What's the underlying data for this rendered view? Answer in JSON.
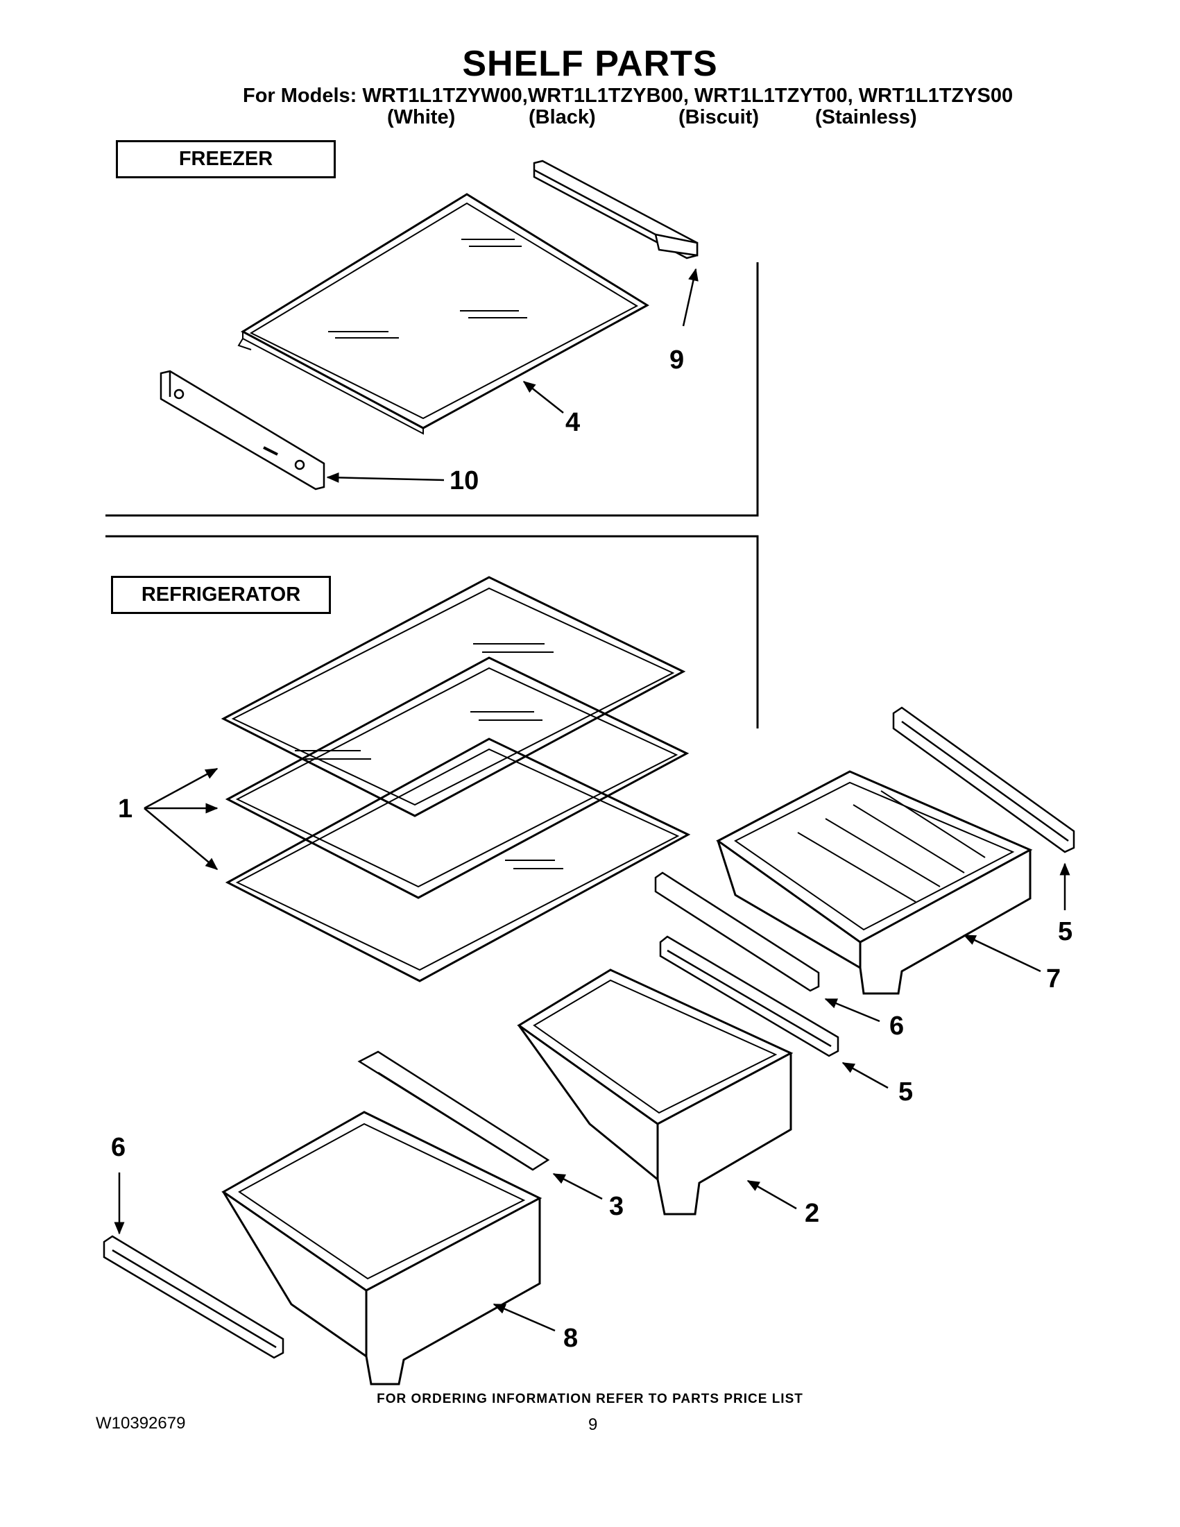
{
  "title": "SHELF PARTS",
  "models_line": "For Models: WRT1L1TZYW00,WRT1L1TZYB00,  WRT1L1TZYT00, WRT1L1TZYS00",
  "colors": [
    "(White)",
    "(Black)",
    "(Biscuit)",
    "(Stainless)"
  ],
  "sections": {
    "freezer": "FREEZER",
    "refrigerator": "REFRIGERATOR"
  },
  "callouts": {
    "c9": "9",
    "c4": "4",
    "c10": "10",
    "c1": "1",
    "c5a": "5",
    "c7": "7",
    "c6a": "6",
    "c5b": "5",
    "c6b": "6",
    "c3": "3",
    "c2": "2",
    "c8": "8"
  },
  "footer_note": "FOR ORDERING INFORMATION REFER TO PARTS PRICE LIST",
  "doc_number": "W10392679",
  "page_number": "9"
}
